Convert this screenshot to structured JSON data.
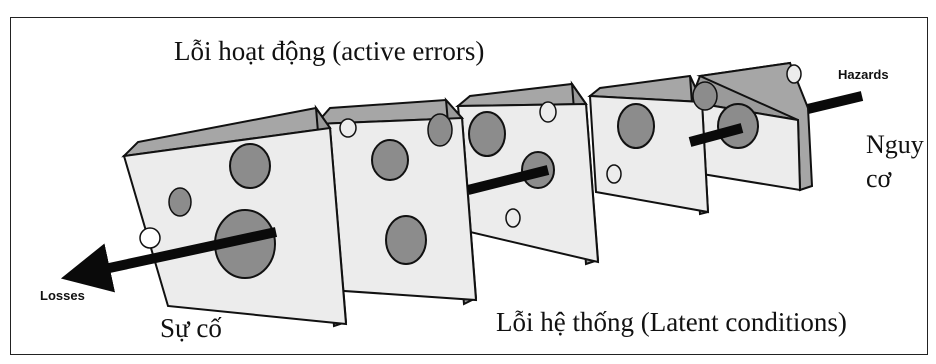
{
  "labels": {
    "active_errors": "Lỗi hoạt động (active errors)",
    "latent_conditions": "Lỗi hệ thống (Latent conditions)",
    "incident": "Sự cố",
    "hazard_vi_line1": "Nguy",
    "hazard_vi_line2": "cơ",
    "hazards_en": "Hazards",
    "losses_en": "Losses"
  },
  "colors": {
    "face": "#ececec",
    "side": "#9a9a9a",
    "hole_shadow": "#8c8c8c",
    "arrow": "#0a0a0a",
    "outline": "#111111"
  }
}
